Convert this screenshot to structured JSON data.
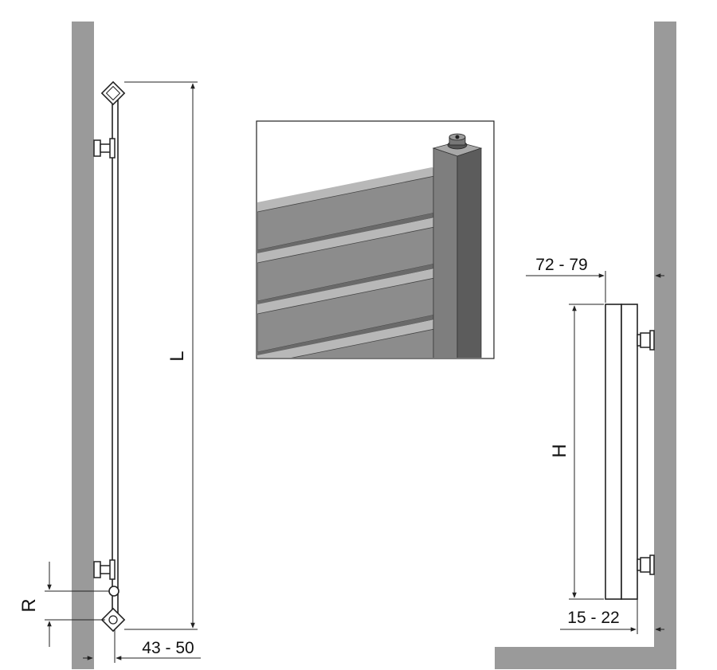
{
  "colors": {
    "wall": "#9a9a9a",
    "line": "#222222",
    "panel_light": "#9c9c9c",
    "panel_mid": "#7c7c7c",
    "panel_dark": "#5e5e5e",
    "background": "#ffffff"
  },
  "labels": {
    "length": "L",
    "pipe_spacing": "R",
    "wall_distance_left": "43 - 50",
    "depth": "72 - 79",
    "height": "H",
    "wall_distance_right": "15 - 22"
  }
}
